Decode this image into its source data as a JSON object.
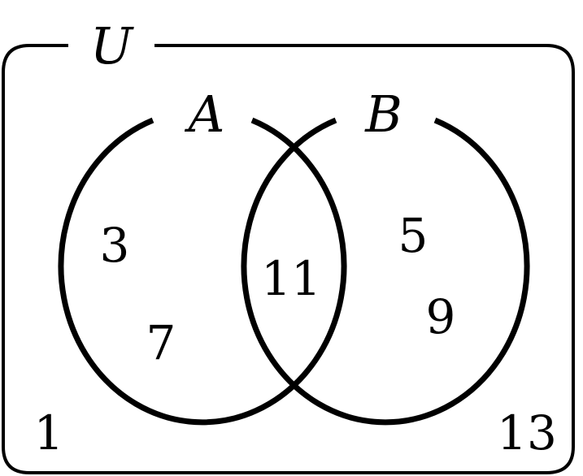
{
  "universe": {
    "label": "U"
  },
  "sets": {
    "a": {
      "label": "A"
    },
    "b": {
      "label": "B"
    }
  },
  "regions": {
    "a_only": [
      "3",
      "7"
    ],
    "a_and_b": [
      "11"
    ],
    "b_only": [
      "5",
      "9"
    ],
    "outside": [
      "1",
      "13"
    ]
  },
  "colors": {
    "stroke": "#000000",
    "background": "#ffffff"
  }
}
